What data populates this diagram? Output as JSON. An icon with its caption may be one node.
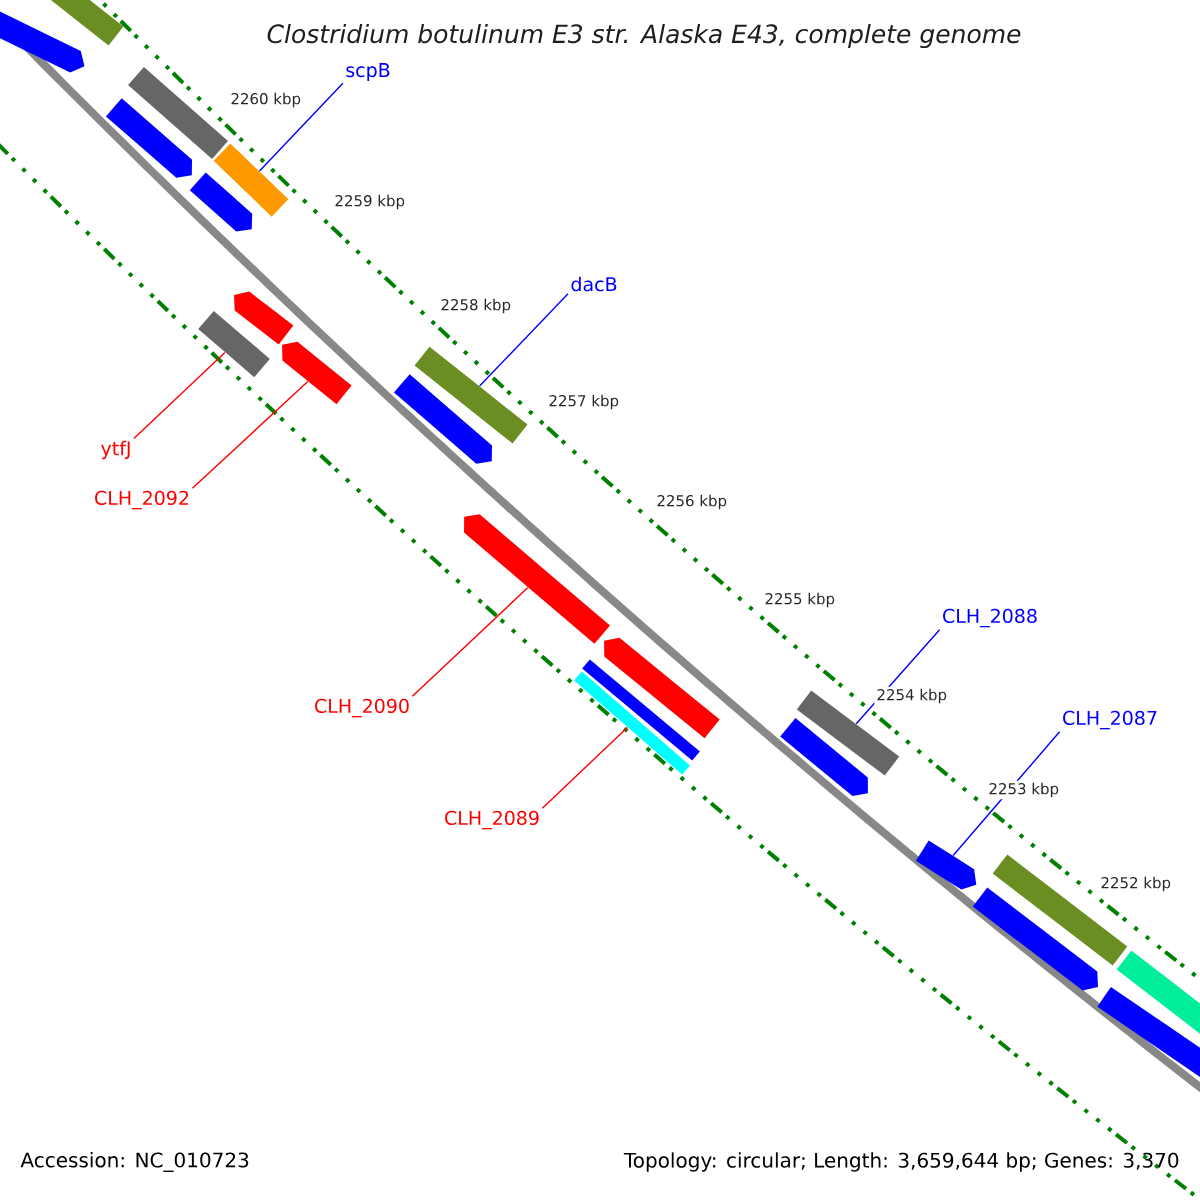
{
  "diagram": {
    "title": "Clostridium botulinum E3 str. Alaska E43, complete genome",
    "nodes": [
      {
        "text": [
          "scpB"
        ]
      },
      {
        "text": [
          "dacB"
        ]
      },
      {
        "text": [
          "ytfJ"
        ]
      },
      {
        "text": [
          "CLH_2092"
        ]
      },
      {
        "text": [
          "CLH_2090"
        ]
      },
      {
        "text": [
          "CLH_2089"
        ]
      },
      {
        "text": [
          "CLH_2088"
        ]
      },
      {
        "text": [
          "CLH_2087"
        ]
      },
      {
        "text": [],
        "shape": "bar"
      },
      {
        "text": [],
        "shape": "bar"
      },
      {
        "text": [],
        "shape": "bar"
      },
      {
        "text": [],
        "shape": "bar"
      },
      {
        "text": [],
        "shape": "bar"
      },
      {
        "text": [],
        "shape": "bar"
      },
      {
        "text": [],
        "shape": "bar"
      },
      {
        "text": [],
        "shape": "bar"
      },
      {
        "text": [],
        "shape": "bar"
      },
      {
        "text": [],
        "shape": "bar"
      },
      {
        "text": [],
        "shape": "bar"
      },
      {
        "text": [],
        "shape": "bar"
      },
      {
        "text": [],
        "shape": "bar"
      },
      {
        "text": [],
        "shape": "bar"
      },
      {
        "text": [],
        "shape": "bar"
      },
      {
        "text": [],
        "shape": "bar"
      },
      {
        "text": [],
        "shape": "bar"
      },
      {
        "text": [],
        "shape": "bar"
      },
      {
        "text": [],
        "shape": "bar"
      },
      {
        "text": [],
        "shape": "bar"
      },
      {
        "text": [],
        "shape": "bar"
      },
      {
        "text": [],
        "shape": "bar"
      }
    ],
    "edges": [
      {
        "from": 0,
        "to": 18,
        "arrow": "none"
      },
      {
        "from": 1,
        "to": 19,
        "arrow": "none"
      },
      {
        "from": 2,
        "to": 27,
        "arrow": "none",
        "color": "#ff0000"
      },
      {
        "from": 3,
        "to": 24,
        "arrow": "none",
        "color": "#ff0000"
      },
      {
        "from": 4,
        "to": 25,
        "arrow": "none",
        "color": "#ff0000"
      },
      {
        "from": 5,
        "to": 29,
        "arrow": "none",
        "color": "#ff0000"
      },
      {
        "from": 6,
        "to": 20,
        "arrow": "none"
      },
      {
        "from": 7,
        "to": 13,
        "arrow": "none"
      }
    ],
    "labels": [
      "2260 kbp",
      "2259 kbp",
      "2258 kbp",
      "2257 kbp",
      "2256 kbp",
      "2255 kbp",
      "2254 kbp",
      "2253 kbp",
      "2252 kbp",
      "Accession: NC_010723",
      "Topology: circular; Length: 3,659,644 bp; Genes: 3,370"
    ]
  }
}
